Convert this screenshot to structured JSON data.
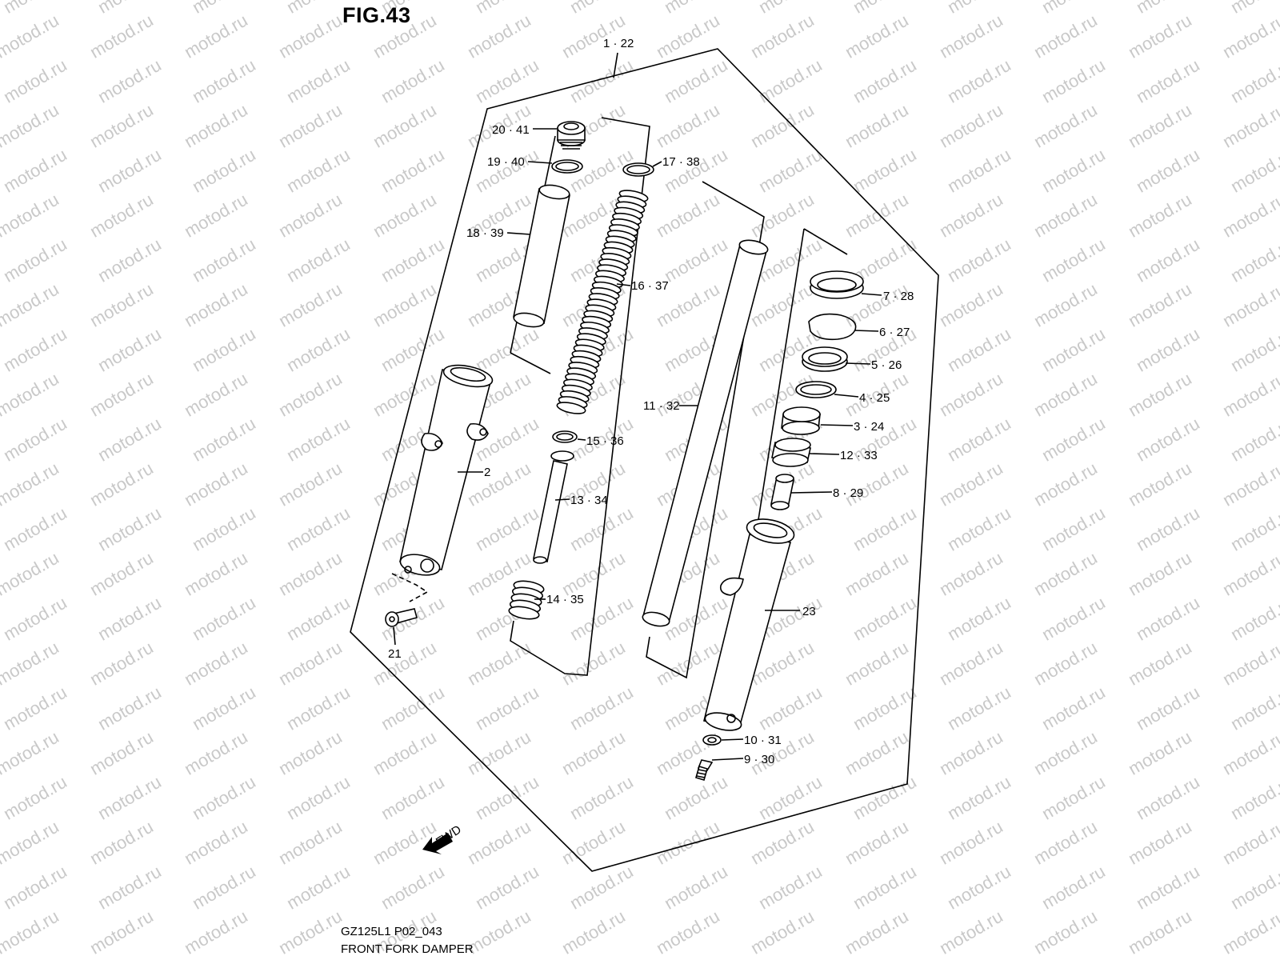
{
  "figure": {
    "label": "FIG.43"
  },
  "footer": {
    "code": "GZ125L1 P02_043",
    "name": "FRONT FORK DAMPER"
  },
  "watermark": {
    "text": "motod.ru",
    "color": "#c9c9c9"
  },
  "fwd_label": "FWD",
  "callouts": [
    {
      "id": "assy",
      "label": "1 · 22"
    },
    {
      "id": "cap-bolt",
      "label": "20 · 41"
    },
    {
      "id": "cap-o-ring",
      "label": "19 · 40"
    },
    {
      "id": "spacer-ring",
      "label": "17 · 38"
    },
    {
      "id": "spacer",
      "label": "18 · 39"
    },
    {
      "id": "fork-spring",
      "label": "16 · 37"
    },
    {
      "id": "dust-seal",
      "label": "7 · 28"
    },
    {
      "id": "stopper-ring",
      "label": "6 · 27"
    },
    {
      "id": "oil-seal",
      "label": "5 · 26"
    },
    {
      "id": "oil-seal-retainer",
      "label": "4 · 25"
    },
    {
      "id": "outer-bushing",
      "label": "3 · 24"
    },
    {
      "id": "inner-bushing",
      "label": "12 · 33"
    },
    {
      "id": "oil-lock-piece",
      "label": "8 · 29"
    },
    {
      "id": "inner-tube",
      "label": "11 · 32"
    },
    {
      "id": "piston-ring",
      "label": "15 · 36"
    },
    {
      "id": "damper-rod",
      "label": "13 · 34"
    },
    {
      "id": "rebound-spring",
      "label": "14 · 35"
    },
    {
      "id": "outer-tube-left",
      "label": "2"
    },
    {
      "id": "bolt",
      "label": "21"
    },
    {
      "id": "outer-tube-right",
      "label": "23"
    },
    {
      "id": "gasket",
      "label": "10 · 31"
    },
    {
      "id": "damper-bolt",
      "label": "9 · 30"
    }
  ]
}
